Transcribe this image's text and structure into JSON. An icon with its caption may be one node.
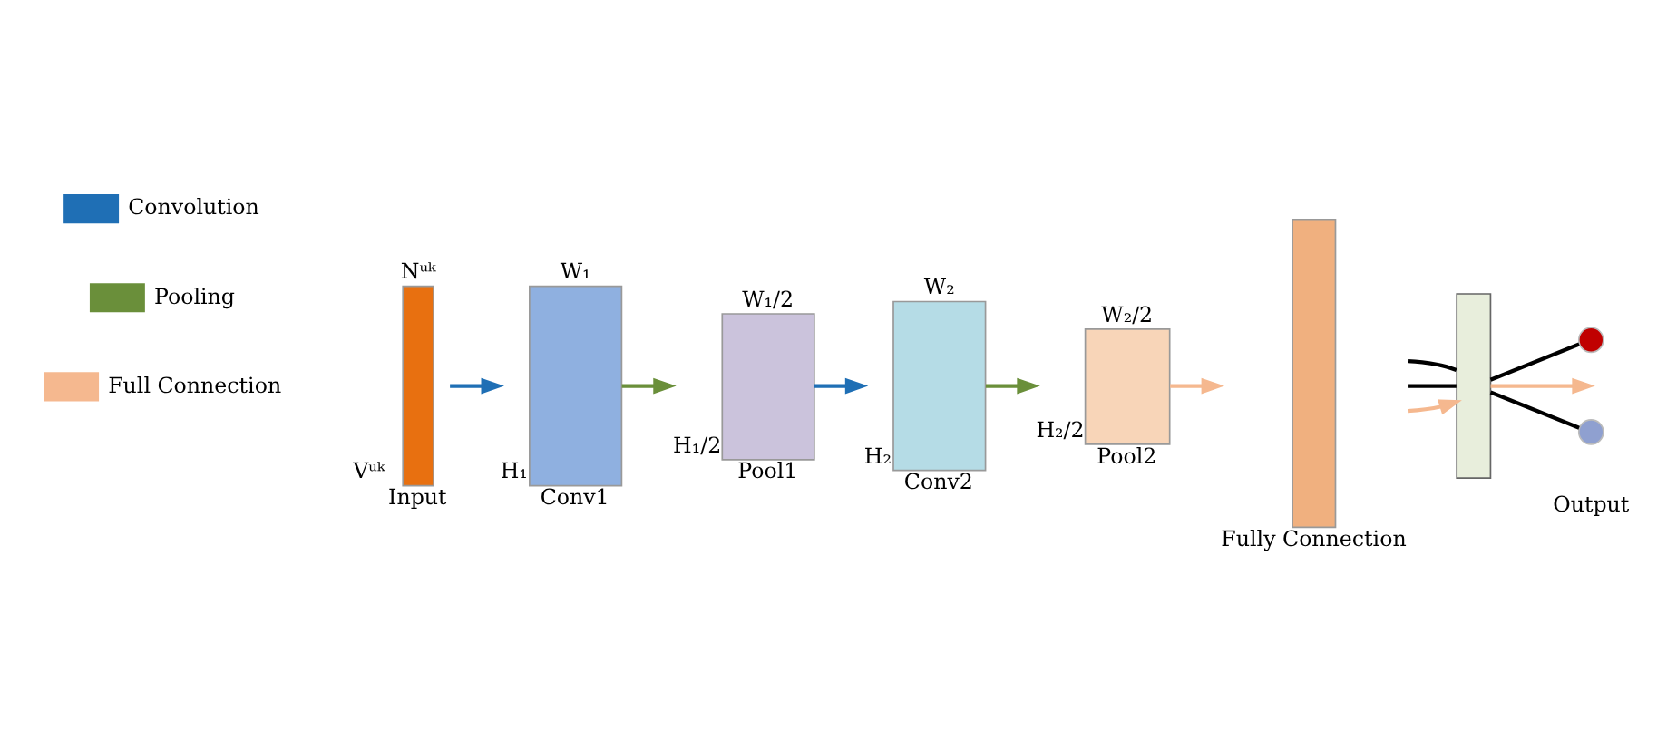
{
  "diagram": {
    "nodes": [
      {
        "text": [],
        "shape": "box",
        "beside": [
          "Nᵘᵏ",
          "Vᵘᵏ",
          "Input"
        ]
      },
      {
        "text": [],
        "shape": "box",
        "beside": [
          "W₁",
          "H₁",
          "Conv1"
        ]
      },
      {
        "text": [],
        "shape": "box",
        "beside": [
          "W₁/2",
          "H₁/2",
          "Pool1"
        ]
      },
      {
        "text": [],
        "shape": "box",
        "beside": [
          "W₂",
          "H₂",
          "Conv2"
        ]
      },
      {
        "text": [],
        "shape": "box",
        "beside": [
          "W₂/2",
          "H₂/2",
          "Pool2"
        ]
      },
      {
        "text": [],
        "shape": "bar",
        "beside": [
          "Fully Connection"
        ]
      },
      {
        "text": [],
        "shape": "bar"
      },
      {
        "text": [],
        "shape": "circle"
      },
      {
        "text": [],
        "shape": "circle"
      }
    ],
    "edges": [
      {
        "from": 0,
        "to": 1,
        "arrow": "to",
        "color": "#1f6fb5"
      },
      {
        "from": 1,
        "to": 2,
        "arrow": "to",
        "color": "#6a8f3a"
      },
      {
        "from": 2,
        "to": 3,
        "arrow": "to",
        "color": "#1f6fb5"
      },
      {
        "from": 3,
        "to": 4,
        "arrow": "to",
        "color": "#6a8f3a"
      },
      {
        "from": 4,
        "to": 5,
        "arrow": "to",
        "color": "#f5b88f"
      },
      {
        "from": 5,
        "to": 6,
        "arrow": "to",
        "color": "#f5b88f"
      },
      {
        "from": 5,
        "to": 6,
        "arrow": "none"
      },
      {
        "from": 5,
        "to": 6,
        "arrow": "none"
      },
      {
        "from": 6,
        "to": null,
        "arrow": "to",
        "color": "#f5b88f"
      },
      {
        "from": 6,
        "to": 7,
        "arrow": "none"
      },
      {
        "from": 6,
        "to": 8,
        "arrow": "none"
      }
    ],
    "labels": [
      "Output"
    ],
    "legend": [
      {
        "text": "Convolution",
        "color": "#1f6fb5"
      },
      {
        "text": "Pooling",
        "color": "#6a8f3a"
      },
      {
        "text": "Full Connection",
        "color": "#f5b88f"
      }
    ]
  }
}
